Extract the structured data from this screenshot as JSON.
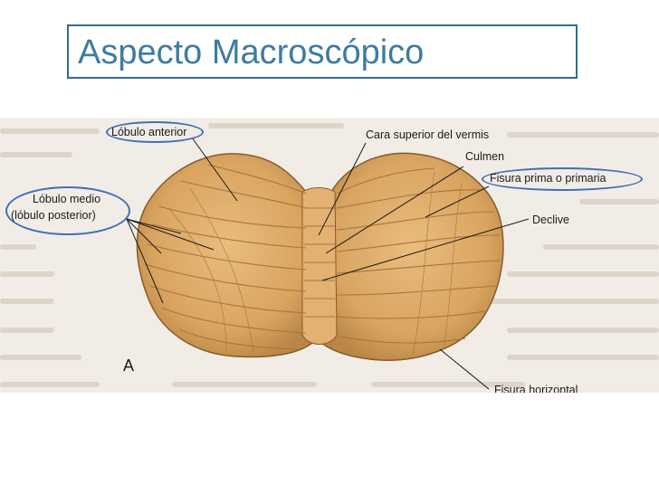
{
  "slide": {
    "title": "Aspecto Macroscópico"
  },
  "figure": {
    "panel_letter": "A",
    "labels": {
      "lobulo_anterior": "Lóbulo anterior",
      "lobulo_medio": "Lóbulo medio",
      "lobulo_posterior": "(lóbulo posterior)",
      "cara_superior": "Cara superior del vermis",
      "culmen": "Culmen",
      "fisura_prima": "Fisura prima o primaria",
      "declive": "Declive",
      "fisura_horizontal": "Fisura horizontal"
    }
  },
  "colors": {
    "title_text": "#3d7ca0",
    "title_border": "#2e6f8e",
    "highlight_oval": "#3f6fb8",
    "cerebellum_fill": "#dca866",
    "folia_line": "#a9753a"
  }
}
